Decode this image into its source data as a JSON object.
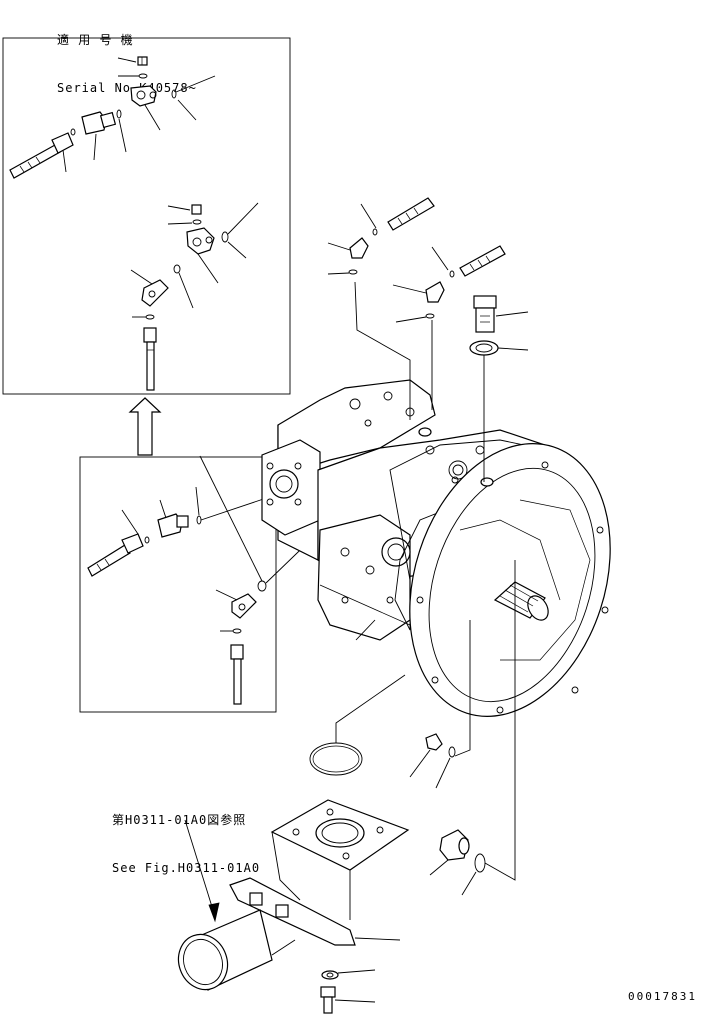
{
  "header": {
    "applicable_model_label": "適 用 号 機",
    "serial_label": "Serial No.K40578~"
  },
  "reference_note": {
    "japanese": "第H0311-01A0図参照",
    "english": "See Fig.H0311-01A0"
  },
  "drawing_number": "00017831"
}
